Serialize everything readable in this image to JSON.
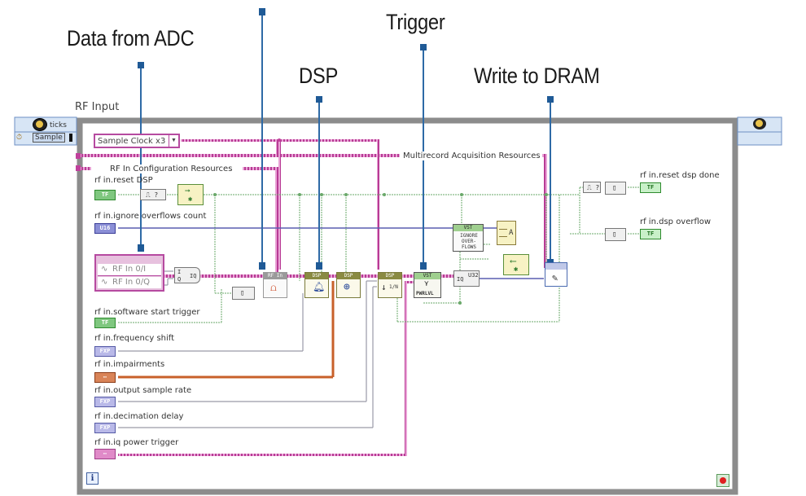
{
  "callouts": {
    "data_from_adc": "Data from ADC",
    "dsp": "DSP",
    "trigger": "Trigger",
    "write_to_dram": "Write to DRAM"
  },
  "loop": {
    "title": "RF Input",
    "ticks_label": "ticks",
    "timing_source": "Sample",
    "clock_select": "Sample Clock x3"
  },
  "resources": {
    "multirecord": "Multirecord Acquisition Resources",
    "config": "RF In Configuration Resources"
  },
  "controls": [
    {
      "label": "rf in.reset DSP",
      "type": "TF"
    },
    {
      "label": "rf in.ignore overflows count",
      "type": "U16"
    },
    {
      "label": "rf in.software start trigger",
      "type": "TF"
    },
    {
      "label": "rf in.frequency shift",
      "type": "FXP"
    },
    {
      "label": "rf in.impairments",
      "type": "CLUSTER"
    },
    {
      "label": "rf in.output sample rate",
      "type": "FXP"
    },
    {
      "label": "rf in.decimation delay",
      "type": "FXP"
    },
    {
      "label": "rf in.iq power trigger",
      "type": "CLUSTER"
    }
  ],
  "indicators": [
    {
      "label": "rf in.reset dsp done",
      "type": "TF"
    },
    {
      "label": "rf in.dsp overflow",
      "type": "TF"
    }
  ],
  "io_node": {
    "channels": [
      "RF In 0/I",
      "RF In 0/Q"
    ]
  },
  "nodes": {
    "iq_join": {
      "in1": "I",
      "in2": "Q",
      "out": "IQ"
    },
    "rf_in_header": "RF In",
    "dsp_header": "DSP",
    "vst_header": "VST",
    "trigger_text": "PWRLVL",
    "ignore_overflows": "IGNORE OVER-FLOWS",
    "decimate_text": "1/N",
    "iq_to_u32": {
      "in": "IQ",
      "out": "U32"
    },
    "build_array_out": "A",
    "tf_display": "TF"
  },
  "colors": {
    "callout_line": "#2e6aa6",
    "callout_marker": "#1f5a96",
    "resource_wire": "#c0409c",
    "boolean_wire": "#4a9a4a",
    "numeric_wire": "#5a5fb0",
    "cluster_wire": "#c8602a",
    "fixedpoint_wire": "#8a8ac0",
    "loop_border": "#8c8c8c"
  }
}
